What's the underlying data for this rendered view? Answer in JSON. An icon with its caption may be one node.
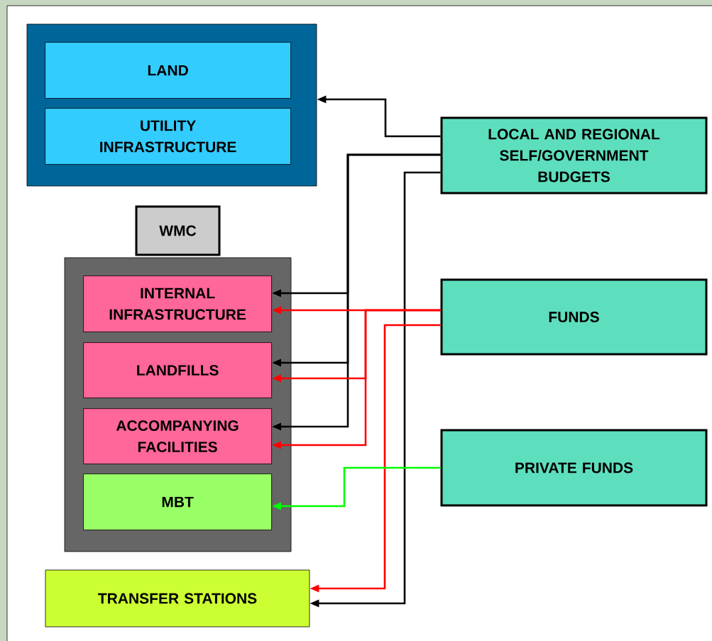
{
  "diagram": {
    "nodes": [
      {
        "text": [],
        "shape": "box"
      },
      {
        "text": [
          "LAND"
        ],
        "in": 0
      },
      {
        "text": [
          "UTILITY INFRASTRUCTURE"
        ],
        "in": 0
      },
      {
        "text": [
          "LOCAL AND REGIONAL SELF/GOVERNMENT BUDGETS"
        ]
      },
      {
        "text": [
          "WMC"
        ]
      },
      {
        "text": [],
        "shape": "box"
      },
      {
        "text": [
          "INTERNAL INFRASTRUCTURE"
        ],
        "in": 5
      },
      {
        "text": [
          "LANDFILLS"
        ],
        "in": 5
      },
      {
        "text": [
          "ACCOMPANYING FACILITIES"
        ],
        "in": 5
      },
      {
        "text": [
          "MBT"
        ],
        "in": 5
      },
      {
        "text": [
          "FUNDS"
        ]
      },
      {
        "text": [
          "PRIVATE FUNDS"
        ]
      },
      {
        "text": [
          "TRANSFER STATIONS"
        ]
      }
    ],
    "edges": [
      {
        "from": 3,
        "to": 0,
        "arrow": "to"
      },
      {
        "from": 3,
        "to": 6,
        "arrow": "to"
      },
      {
        "from": 3,
        "to": 7,
        "arrow": "to"
      },
      {
        "from": 3,
        "to": 8,
        "arrow": "to"
      },
      {
        "from": 3,
        "to": 12,
        "arrow": "to"
      },
      {
        "from": 10,
        "to": 6,
        "arrow": "to",
        "color": "#ff0000"
      },
      {
        "from": 10,
        "to": 7,
        "arrow": "to",
        "color": "#ff0000"
      },
      {
        "from": 10,
        "to": 8,
        "arrow": "to",
        "color": "#ff0000"
      },
      {
        "from": 10,
        "to": 12,
        "arrow": "to",
        "color": "#ff0000"
      },
      {
        "from": 11,
        "to": 9,
        "arrow": "to",
        "color": "#00ff00"
      }
    ]
  }
}
